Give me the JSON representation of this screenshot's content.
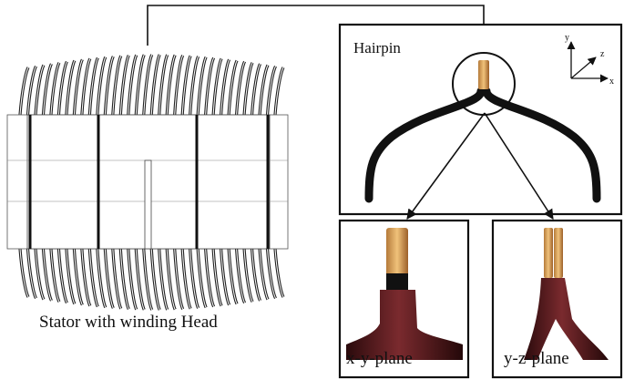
{
  "diagram": {
    "stator_caption": "Stator with winding Head",
    "hairpin_title": "Hairpin",
    "views": [
      {
        "label": "x-y-plane"
      },
      {
        "label": "y-z-plane"
      }
    ],
    "axes": {
      "x": "x",
      "y": "y",
      "z": "z"
    }
  },
  "colors": {
    "line": "#111111",
    "copper": "#d49a52",
    "enamel": "#5a1e20",
    "stator_body": "#ffffff"
  }
}
